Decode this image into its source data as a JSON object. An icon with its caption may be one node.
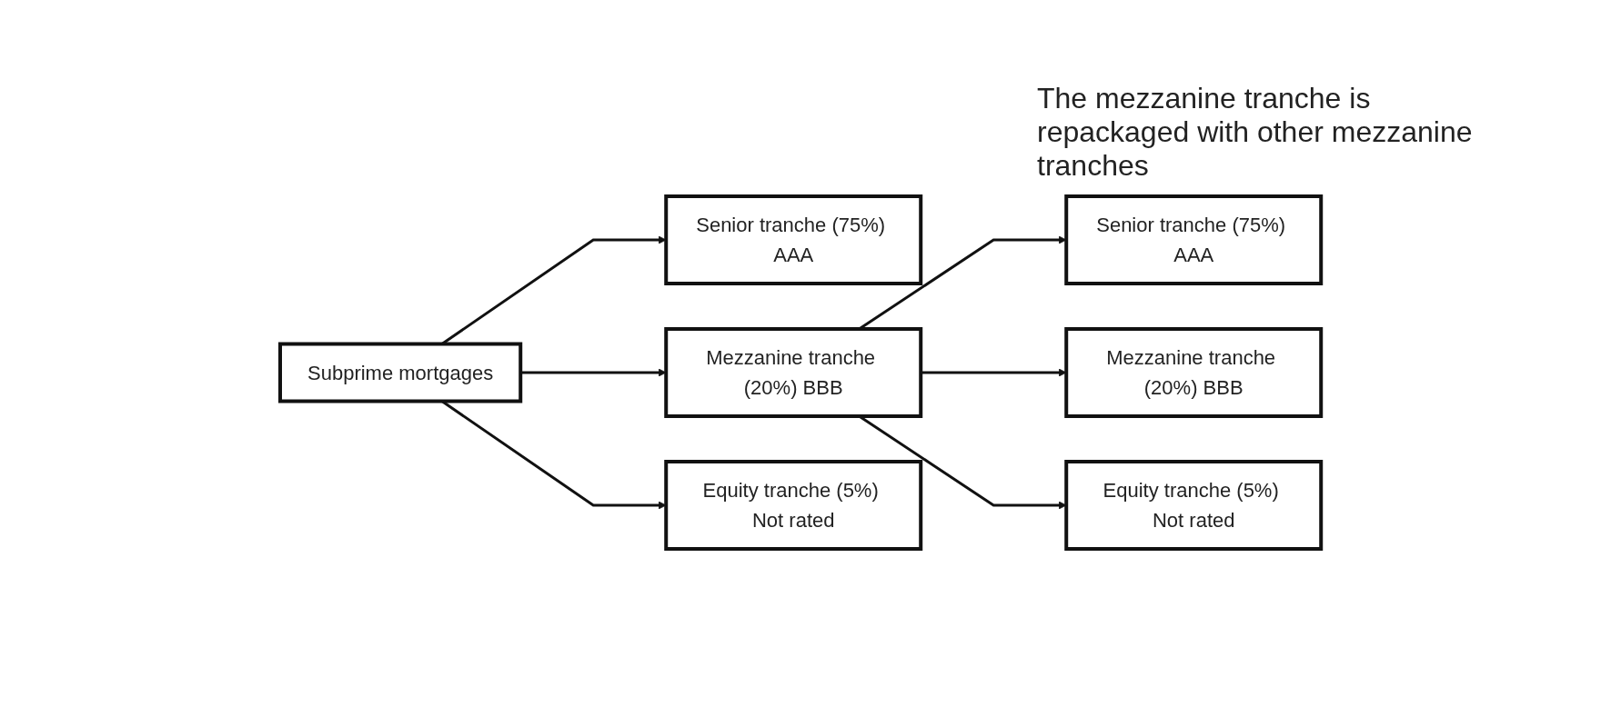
{
  "diagram": {
    "nodes": [
      {
        "text": [
          "Subprime mortgages"
        ]
      },
      {
        "text": [
          "Senior tranche (75%) AAA"
        ]
      },
      {
        "text": [
          "Mezzanine tranche (20%) BBB"
        ]
      },
      {
        "text": [
          "Equity tranche (5%) Not rated"
        ]
      },
      {
        "text": [
          "Senior tranche (75%) AAA"
        ]
      },
      {
        "text": [
          "Mezzanine tranche (20%) BBB"
        ]
      },
      {
        "text": [
          "Equity tranche (5%) Not rated"
        ]
      }
    ],
    "edges": [
      {
        "from": 0,
        "to": 1,
        "arrow": "to"
      },
      {
        "from": 0,
        "to": 2,
        "arrow": "to"
      },
      {
        "from": 0,
        "to": 3,
        "arrow": "to"
      },
      {
        "from": 2,
        "to": 4,
        "arrow": "to"
      },
      {
        "from": 2,
        "to": 5,
        "arrow": "to"
      },
      {
        "from": 2,
        "to": 6,
        "arrow": "to"
      }
    ],
    "labels": [
      "The mezzanine tranche is repackaged with other mezzanine tranches"
    ]
  }
}
